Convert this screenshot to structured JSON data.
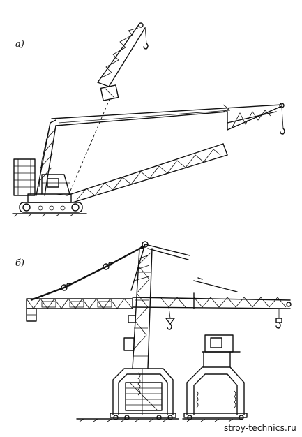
{
  "figure": {
    "panels": [
      {
        "label": "а)"
      },
      {
        "label": "б)"
      }
    ],
    "watermark": "stroy-technics.ru"
  }
}
